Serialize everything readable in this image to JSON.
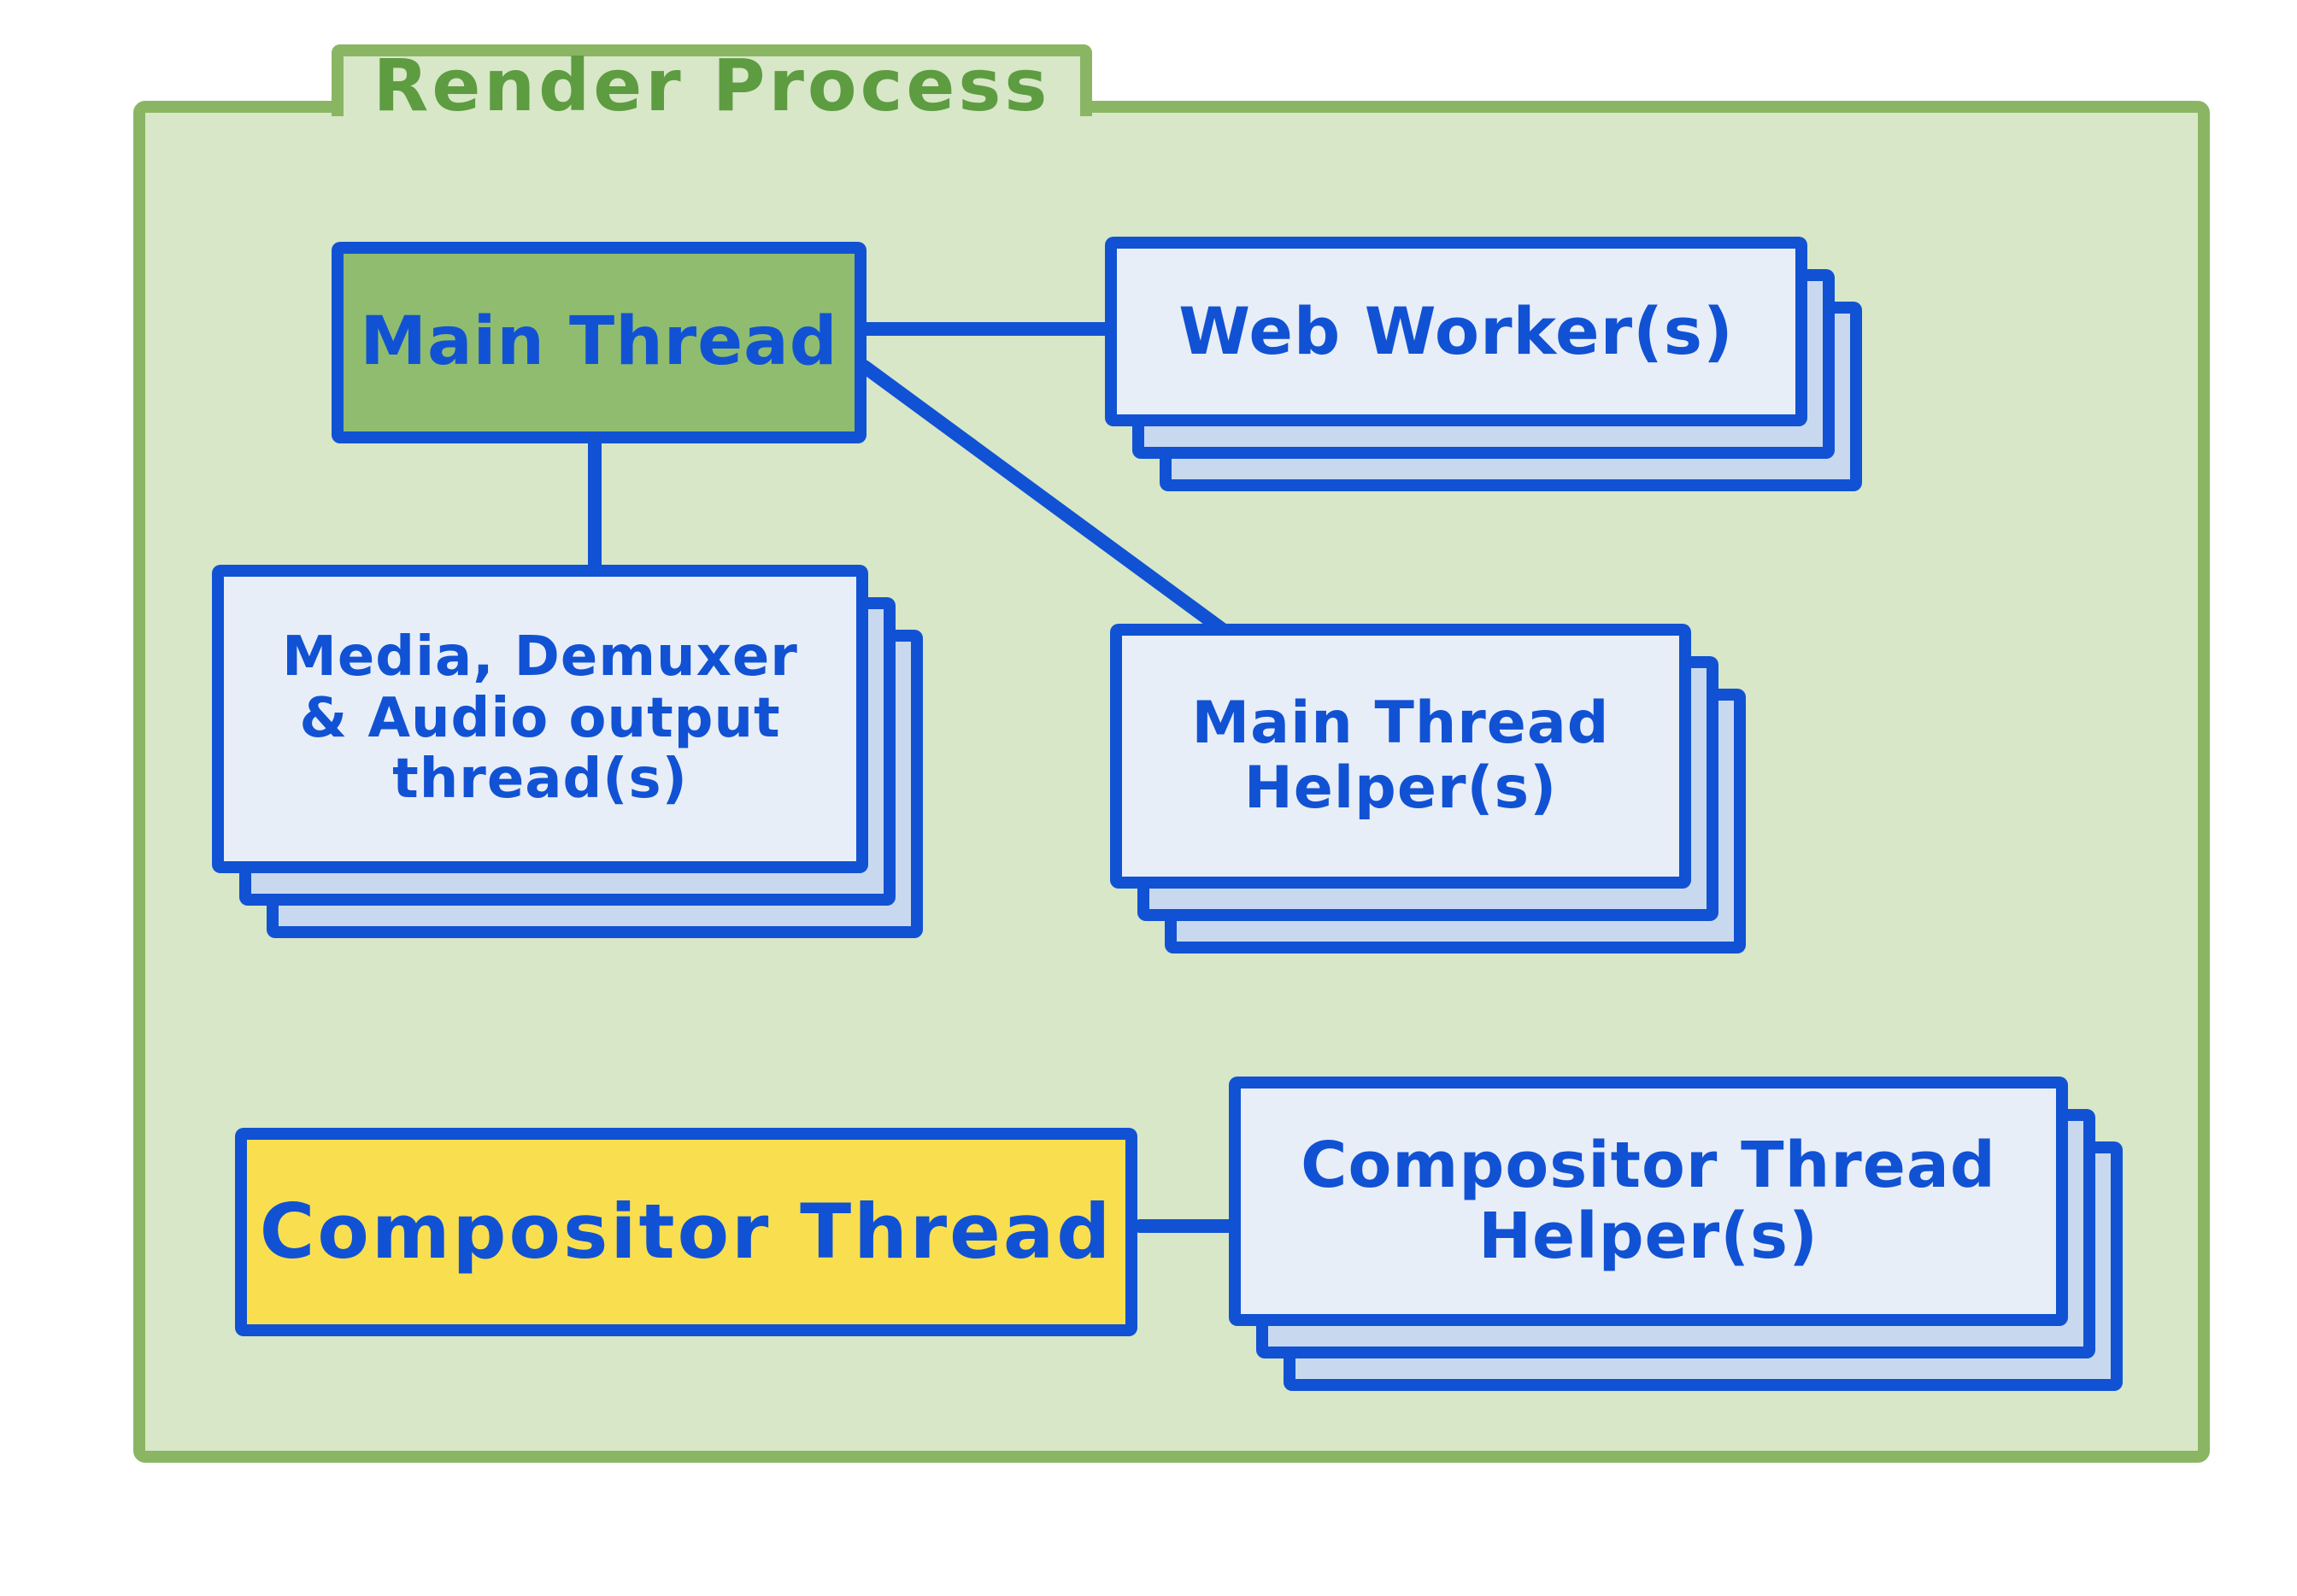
{
  "title": "Render Process",
  "colors": {
    "page_background": "#ffffff",
    "container_fill": "#d7e7c7",
    "container_border": "#8ab664",
    "title_text": "#5d9c40",
    "line_blue": "#1152d4",
    "card_front_fill": "#e8eef7",
    "card_back_fill": "#c8d9ef",
    "main_thread_fill": "#90bc70",
    "compositor_thread_fill": "#f9df4f"
  },
  "nodes": {
    "main_thread": {
      "label": "Main Thread",
      "shape": "single-box",
      "fill": "green"
    },
    "web_workers": {
      "label": "Web Worker(s)",
      "shape": "stacked-cards",
      "stack_count": 3
    },
    "media_threads": {
      "label": "Media, Demuxer & Audio output thread(s)",
      "line1": "Media, Demuxer",
      "line2": "& Audio output",
      "line3": "thread(s)",
      "shape": "stacked-cards",
      "stack_count": 3
    },
    "main_thread_helpers": {
      "label": "Main Thread Helper(s)",
      "line1": "Main Thread",
      "line2": "Helper(s)",
      "shape": "stacked-cards",
      "stack_count": 3
    },
    "compositor_thread": {
      "label": "Compositor Thread",
      "shape": "single-box",
      "fill": "yellow"
    },
    "compositor_thread_helpers": {
      "label": "Compositor Thread Helper(s)",
      "line1": "Compositor Thread",
      "line2": "Helper(s)",
      "shape": "stacked-cards",
      "stack_count": 3
    }
  },
  "edges": [
    {
      "from": "main_thread",
      "to": "web_workers",
      "style": "horizontal"
    },
    {
      "from": "main_thread",
      "to": "media_threads",
      "style": "vertical"
    },
    {
      "from": "main_thread",
      "to": "main_thread_helpers",
      "style": "diagonal"
    },
    {
      "from": "compositor_thread",
      "to": "compositor_thread_helpers",
      "style": "horizontal"
    }
  ]
}
